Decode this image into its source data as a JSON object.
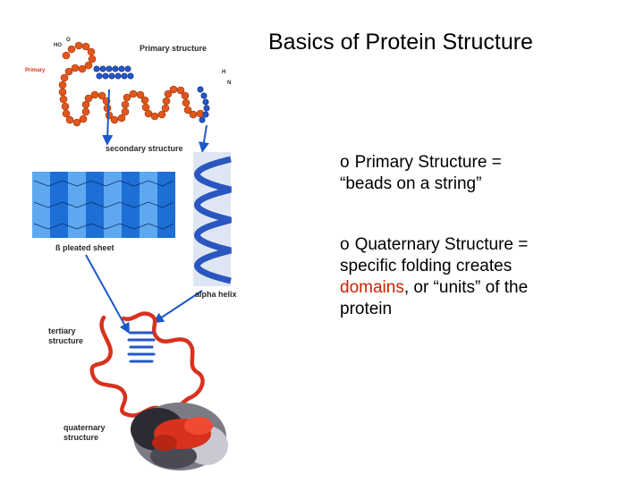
{
  "slide": {
    "title": "Basics of Protein Structure",
    "bullets": [
      {
        "marker": "o",
        "line1": "Primary Structure =",
        "line2": "“beads on a string”"
      },
      {
        "marker": "o",
        "line1": "Quaternary Structure =",
        "line2": "specific folding creates",
        "highlight": "domains",
        "line3_rest": ", or “units” of the",
        "line4": "protein",
        "highlight_color": "#cc2200"
      }
    ]
  },
  "figure": {
    "labels": {
      "primary": "Primary structure",
      "secondary": "secondary structure",
      "pleated": "ß pleated sheet",
      "alpha": "alpha helix",
      "tertiary_1": "tertiary",
      "tertiary_2": "structure",
      "quaternary_1": "quaternary",
      "quaternary_2": "structure",
      "side": "Primary",
      "chem1": "HO",
      "chem2": "O",
      "chem3": "H",
      "chem4": "N"
    },
    "colors": {
      "bead_orange": "#e0561e",
      "bead_blue": "#2457c9",
      "sheet_blue": "#1d6fd6",
      "arrow_blue": "#1b58c9",
      "tertiary_red": "#d8321e"
    }
  }
}
